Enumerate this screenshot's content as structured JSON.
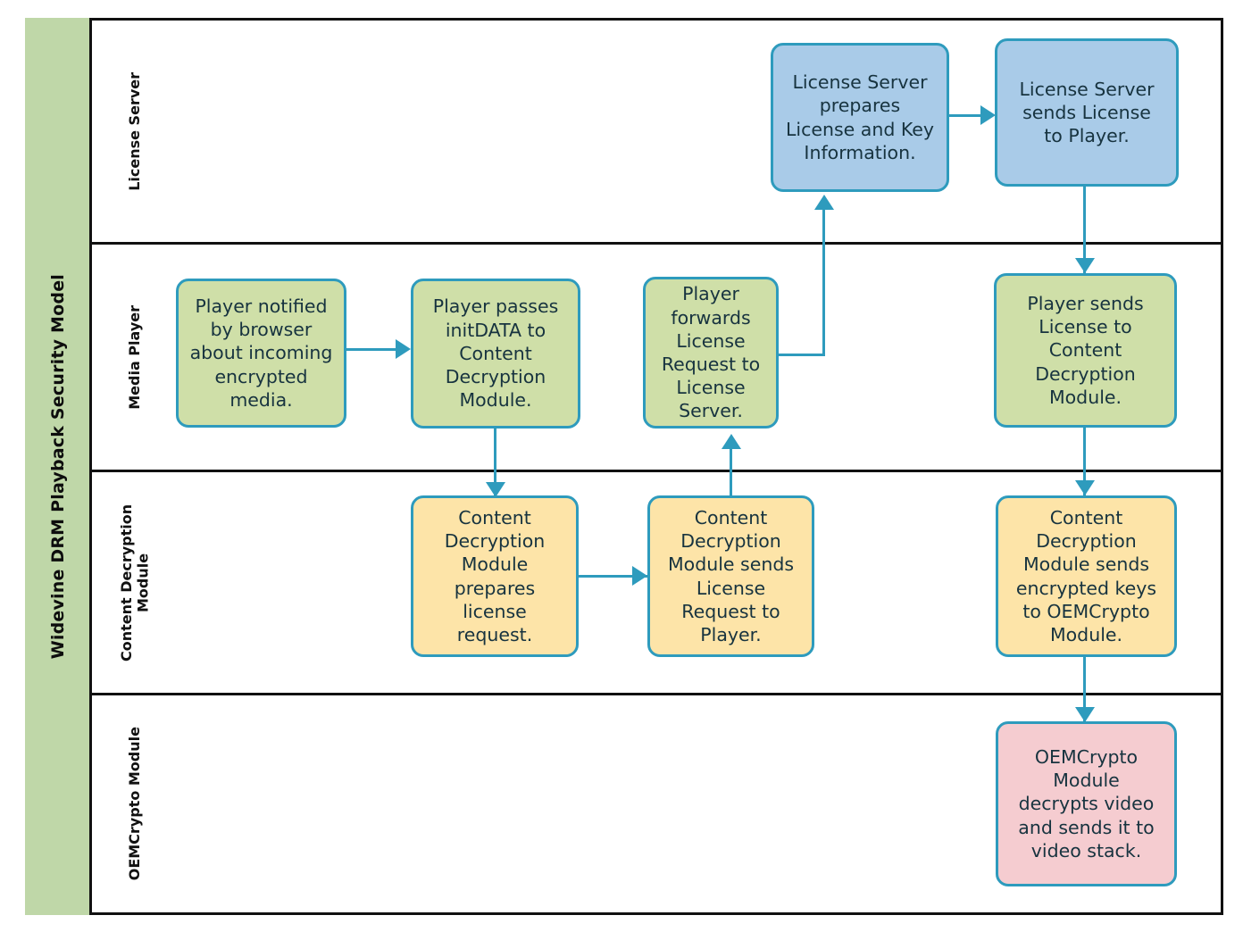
{
  "diagram": {
    "title": "Widevine DRM Playback Security Model",
    "accent_border": "#2e9bbd",
    "text_color": "#17333f",
    "band_color": "#bfd7a8",
    "lanes": [
      {
        "id": "license-server",
        "label": "License Server",
        "fill": "#a9cbe8"
      },
      {
        "id": "media-player",
        "label": "Media Player",
        "fill": "#cfdfa8"
      },
      {
        "id": "cdm",
        "label": "Content Decryption\nModule",
        "fill": "#fde4a8"
      },
      {
        "id": "oemcrypto",
        "label": "OEMCrypto Module",
        "fill": "#f5ccd0"
      }
    ],
    "nodes": [
      {
        "id": "ls-prepare",
        "lane": "license-server",
        "text": "License Server\nprepares\nLicense and Key\nInformation."
      },
      {
        "id": "ls-send",
        "lane": "license-server",
        "text": "License Server\nsends License\nto Player."
      },
      {
        "id": "mp-notified",
        "lane": "media-player",
        "text": "Player notified\nby browser\nabout incoming\nencrypted\nmedia."
      },
      {
        "id": "mp-initdata",
        "lane": "media-player",
        "text": "Player passes\ninitDATA to\nContent\nDecryption\nModule."
      },
      {
        "id": "mp-forward",
        "lane": "media-player",
        "text": "Player\nforwards\nLicense\nRequest to\nLicense Server."
      },
      {
        "id": "mp-sendlic",
        "lane": "media-player",
        "text": "Player sends\nLicense to\nContent\nDecryption\nModule."
      },
      {
        "id": "cdm-prepare",
        "lane": "cdm",
        "text": "Content\nDecryption\nModule\nprepares\nlicense\nrequest."
      },
      {
        "id": "cdm-sendreq",
        "lane": "cdm",
        "text": "Content\nDecryption\nModule sends\nLicense\nRequest to\nPlayer."
      },
      {
        "id": "cdm-sendkeys",
        "lane": "cdm",
        "text": "Content\nDecryption\nModule sends\nencrypted keys\nto OEMCrypto\nModule."
      },
      {
        "id": "oem-decrypt",
        "lane": "oemcrypto",
        "text": "OEMCrypto\nModule\ndecrypts video\nand sends it to\nvideo stack."
      }
    ],
    "edges": [
      {
        "from": "mp-notified",
        "to": "mp-initdata",
        "direction": "right"
      },
      {
        "from": "mp-initdata",
        "to": "cdm-prepare",
        "direction": "down"
      },
      {
        "from": "cdm-prepare",
        "to": "cdm-sendreq",
        "direction": "right"
      },
      {
        "from": "cdm-sendreq",
        "to": "mp-forward",
        "direction": "up"
      },
      {
        "from": "mp-forward",
        "to": "ls-prepare",
        "direction": "up"
      },
      {
        "from": "ls-prepare",
        "to": "ls-send",
        "direction": "right"
      },
      {
        "from": "ls-send",
        "to": "mp-sendlic",
        "direction": "down"
      },
      {
        "from": "mp-sendlic",
        "to": "cdm-sendkeys",
        "direction": "down"
      },
      {
        "from": "cdm-sendkeys",
        "to": "oem-decrypt",
        "direction": "down"
      }
    ]
  }
}
